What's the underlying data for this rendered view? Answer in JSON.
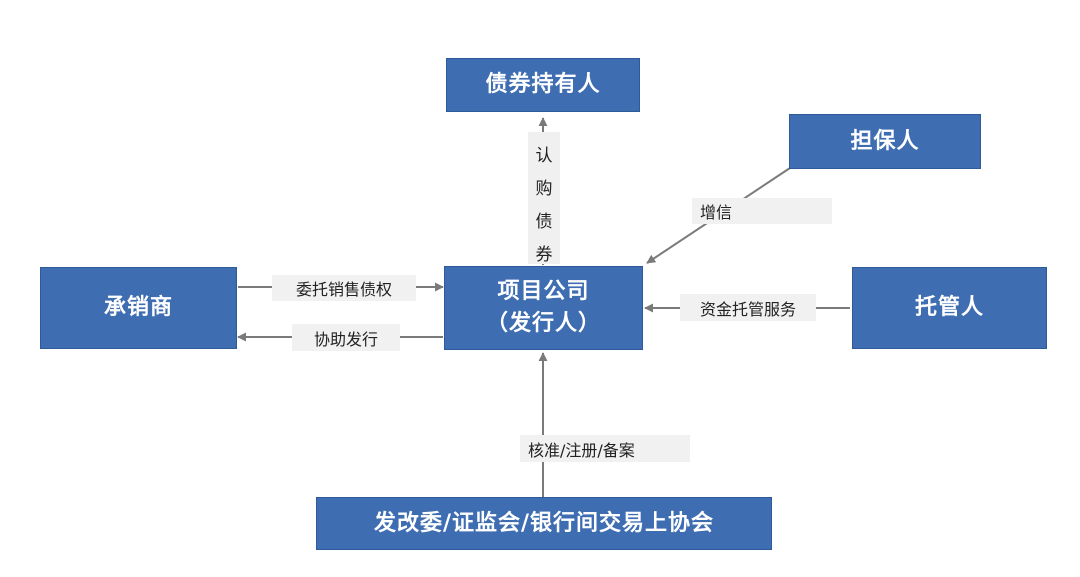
{
  "nodes": {
    "bondholder": "债券持有人",
    "guarantor": "担保人",
    "underwriter": "承销商",
    "issuer_line1": "项目公司",
    "issuer_line2": "（发行人）",
    "custodian": "托管人",
    "regulators": "发改委/证监会/银行间交易上协会"
  },
  "edges": {
    "subscribe": [
      "认",
      "购",
      "债",
      "券"
    ],
    "credit_enhancement": "增信",
    "entrust_sales": "委托销售债权",
    "assist_issuance": "协助发行",
    "custody_service": "资金托管服务",
    "approval": "核准/注册/备案"
  },
  "colors": {
    "box_fill": "#3e6db2",
    "box_text": "#ffffff",
    "arrow": "#7a7a7a",
    "label_bg": "#f1f1f1"
  }
}
